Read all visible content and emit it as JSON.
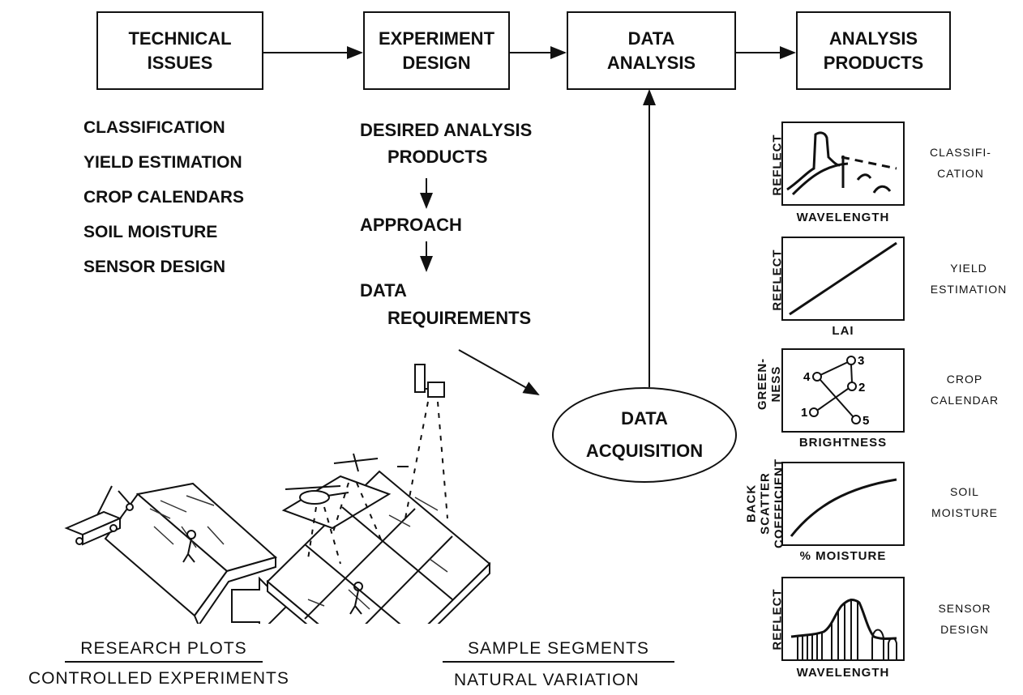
{
  "flow_boxes": {
    "technical": [
      "TECHNICAL",
      "ISSUES"
    ],
    "experiment": [
      "EXPERIMENT",
      "DESIGN"
    ],
    "analysis": [
      "DATA",
      "ANALYSIS"
    ],
    "products": [
      "ANALYSIS",
      "PRODUCTS"
    ]
  },
  "technical_issues": [
    "CLASSIFICATION",
    "YIELD ESTIMATION",
    "CROP CALENDARS",
    "SOIL MOISTURE",
    "SENSOR DESIGN"
  ],
  "design_steps": {
    "desired": [
      "DESIRED ANALYSIS",
      "PRODUCTS"
    ],
    "approach": "APPROACH",
    "requirements": [
      "DATA",
      "REQUIREMENTS"
    ]
  },
  "acquisition": [
    "DATA",
    "ACQUISITION"
  ],
  "products": [
    {
      "ylabel": "REFLECT",
      "xlabel": "WAVELENGTH",
      "name": [
        "CLASSIFI-",
        "CATION"
      ]
    },
    {
      "ylabel": "REFLECT",
      "xlabel": "LAI",
      "name": [
        "YIELD",
        "ESTIMATION"
      ]
    },
    {
      "ylabel": [
        "GREEN-",
        "NESS"
      ],
      "xlabel": "BRIGHTNESS",
      "name": [
        "CROP",
        "CALENDAR"
      ],
      "points": [
        "1",
        "2",
        "3",
        "4",
        "5"
      ]
    },
    {
      "ylabel": [
        "BACK",
        "SCATTER",
        "COEFFICIENT"
      ],
      "xlabel": "% MOISTURE",
      "name": [
        "SOIL",
        "MOISTURE"
      ]
    },
    {
      "ylabel": "REFLECT",
      "xlabel": "WAVELENGTH",
      "name": [
        "SENSOR",
        "DESIGN"
      ]
    }
  ],
  "captions": {
    "research_plots": "RESEARCH PLOTS",
    "controlled": "CONTROLLED EXPERIMENTS",
    "sample_segments": "SAMPLE SEGMENTS",
    "natural": "NATURAL VARIATION"
  },
  "colors": {
    "ink": "#111111",
    "background": "#ffffff"
  }
}
